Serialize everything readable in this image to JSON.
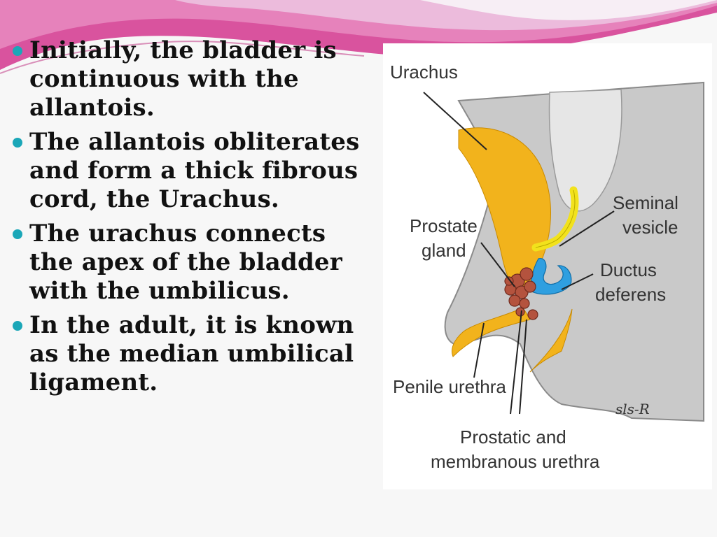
{
  "bullets": [
    "Initially, the bladder is continuous with the allantois.",
    "The allantois obliterates and form a thick fibrous cord, the Urachus.",
    "The urachus connects the apex of the bladder with the umbilicus.",
    " In the adult, it is known as the median umbilical ligament."
  ],
  "diagram": {
    "labels": {
      "urachus": "Urachus",
      "seminal_1": "Seminal",
      "seminal_2": "vesicle",
      "prostate_1": "Prostate",
      "prostate_2": "gland",
      "ductus_1": "Ductus",
      "ductus_2": "deferens",
      "penile": "Penile urethra",
      "prostatic_1": "Prostatic and",
      "prostatic_2": "membranous urethra",
      "signature": "sls-R"
    }
  },
  "colors": {
    "bullet": "#1ba7b8",
    "wave_pink": "#d9539e",
    "wave_light": "#ecc1e0",
    "tissue": "#c9c9c9",
    "urethra": "#f2b31c",
    "seminal_vesicle": "#f2e21c",
    "ductus": "#2f9fe0",
    "prostate": "#b4533e"
  }
}
